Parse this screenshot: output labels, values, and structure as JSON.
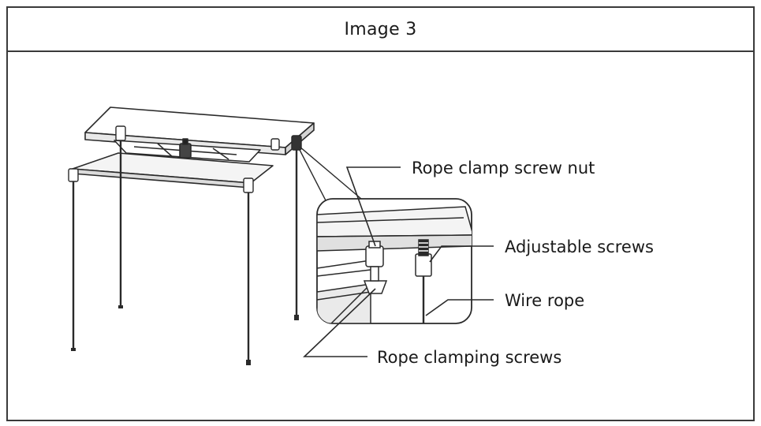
{
  "header": {
    "title": "Image 3"
  },
  "diagram": {
    "icons": [
      "ceiling-frame-icon",
      "wire-rope-icon",
      "magnifier-detail-icon",
      "screw-icon",
      "clamp-icon"
    ],
    "labels": {
      "rope_clamp_screw_nut": "Rope clamp screw nut",
      "adjustable_screws": "Adjustable screws",
      "wire_rope": "Wire rope",
      "rope_clamping_screws": "Rope clamping screws"
    }
  }
}
